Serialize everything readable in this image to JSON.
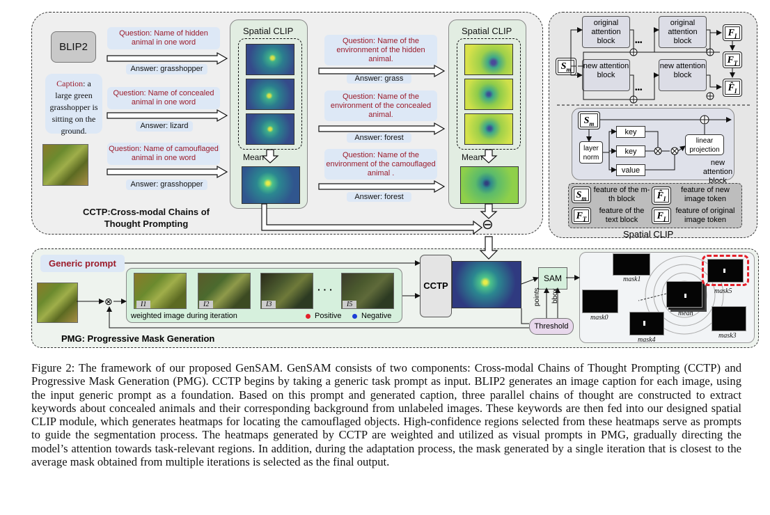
{
  "cctp": {
    "title": "CCTP:Cross-modal Chains of Thought Prompting",
    "blip2": "BLIP2",
    "caption_prefix": "Caption",
    "caption_text": ": a large green grasshopper is sitting on the ground.",
    "spatial_clip_1": "Spatial CLIP",
    "spatial_clip_2": "Spatial CLIP",
    "mean_1": "Mean",
    "mean_2": "Mean",
    "q1": "Question: Name of hidden animal in one word",
    "a1": "Answer: grasshopper",
    "q2": "Question: Name of concealed animal in one word",
    "a2": "Answer: lizard",
    "q3": "Question: Name of camouflaged animal in one word",
    "a3": "Answer: grasshopper",
    "q4": "Question: Name of the environment of the hidden animal.",
    "a4": "Answer: grass",
    "q5": "Question: Name of the environment of the concealed animal.",
    "a5": "Answer: forest",
    "q6": "Question: Name of the environment of the camouflaged animal .",
    "a6": "Answer: forest",
    "subtract_symbol": "⊖"
  },
  "spatial_clip_detail": {
    "title": "Spatial CLIP",
    "original_attention_block": "original attention block",
    "new_attention_block": "new attention block",
    "key": "key",
    "value": "value",
    "layer_norm": "layer norm",
    "linear_projection": "linear projection",
    "new_attention_block_label": "new attention block",
    "dots": "•••",
    "legend": {
      "sm": "feature of the m-th block",
      "fi_hat": "feature of new image token",
      "ft": "feature of the text block",
      "fi": "feature of original image token"
    },
    "symbols": {
      "sm": "Sm",
      "fi": "FI",
      "ft": "FT",
      "fi_hat": "F̂I"
    }
  },
  "pmg": {
    "title": "PMG: Progressive Mask Generation",
    "generic_prompt": "Generic prompt",
    "cctp_box": "CCTP",
    "sam": "SAM",
    "threshold": "Threshold",
    "points": "points",
    "bbox": "bbox",
    "weighted_label": "weighted image during iteration",
    "positive": "Positive",
    "negative": "Negative",
    "positive_color": "#e4202a",
    "negative_color": "#1c3fd6",
    "iter_labels": [
      "I1",
      "I2",
      "I3",
      "I5"
    ],
    "ellipsis": "· · ·",
    "mask_labels": [
      "mask1",
      "mask0",
      "mean",
      "mask4",
      "mask5",
      "mask3"
    ]
  },
  "figure_caption": "Figure 2: The framework of our proposed GenSAM. GenSAM consists of two components: Cross-modal Chains of Thought Prompting (CCTP) and Progressive Mask Generation (PMG). CCTP begins by taking a generic task prompt as input. BLIP2 generates an image caption for each image, using the input generic prompt as a foundation. Based on this prompt and generated caption, three parallel chains of thought are constructed to extract keywords about concealed animals and their corresponding background from unlabeled images. These keywords are then fed into our designed spatial CLIP module, which generates heatmaps for locating the camouflaged objects. High-confidence regions selected from these heatmaps serve as prompts to guide the segmentation process. The heatmaps generated by CCTP are weighted and utilized as visual prompts in PMG, gradually directing the model’s attention towards task-relevant regions. In addition, during the adaptation process, the mask generated by a single iteration that is closest to the average mask obtained from multiple iterations is selected as the final output."
}
